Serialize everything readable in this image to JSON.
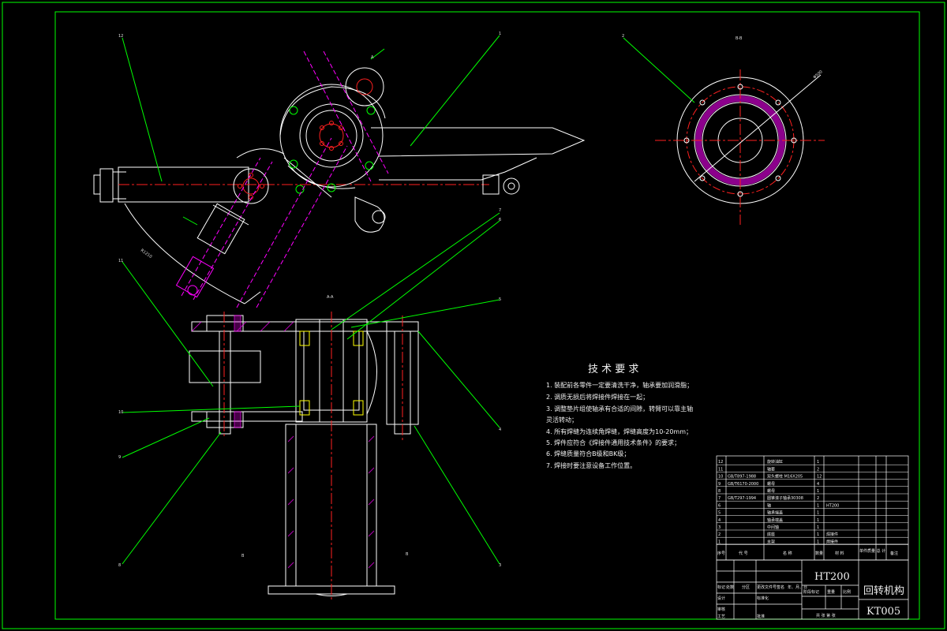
{
  "colors": {
    "background": "#000000",
    "frame": "#00ff00",
    "outline": "#ffffff",
    "centerline": "#ff2020",
    "hidden": "#ff00ff",
    "leader": "#00ff00",
    "hatch": "#ff00ff",
    "text": "#ffffff"
  },
  "views": {
    "section_a": "A-A",
    "section_b": "B-B",
    "section_b_left": "B",
    "section_b_right": "B",
    "view_a_arrow": "A",
    "dim_diameter": "Φ500",
    "radius_note": "R1210"
  },
  "balloons": {
    "b1": "1",
    "b2": "2",
    "b3": "3",
    "b4": "4",
    "b5": "5",
    "b6": "6",
    "b7": "7",
    "b8": "8",
    "b9": "9",
    "b10": "10",
    "b11": "11",
    "b12": "12"
  },
  "tech_requirements": {
    "title": "技 术 要 求",
    "lines": [
      "1. 装配前各零件一定要清洗干净，轴承要加润滑脂；",
      "2. 调质无损后将焊接件焊接在一起；",
      "3. 调整垫片组使轴承有合适的间隙，转臂可以靠主轴",
      "灵活转动；",
      "4. 所有焊缝为连续角焊缝，焊缝高度为10-20mm；",
      "5. 焊件应符合《焊接件通用技术条件》的要求；",
      "6. 焊缝质量符合B级和BK级；",
      "7. 焊接时要注意设备工作位置。"
    ]
  },
  "bom": {
    "rows": [
      {
        "no": "12",
        "code": "",
        "name": "旋转油缸",
        "qty": "1",
        "material": "",
        "note": ""
      },
      {
        "no": "11",
        "code": "",
        "name": "轴套",
        "qty": "2",
        "material": "",
        "note": ""
      },
      {
        "no": "10",
        "code": "GB/T897-1988",
        "name": "双头螺柱 M16X205",
        "qty": "12",
        "material": "",
        "note": ""
      },
      {
        "no": "9",
        "code": "GB/T6170-2000",
        "name": "螺母",
        "qty": "4",
        "material": "",
        "note": ""
      },
      {
        "no": "8",
        "code": "",
        "name": "螺母",
        "qty": "1",
        "material": "",
        "note": ""
      },
      {
        "no": "7",
        "code": "GB/T297-1994",
        "name": "圆锥滚子轴承30308",
        "qty": "2",
        "material": "",
        "note": ""
      },
      {
        "no": "6",
        "code": "",
        "name": "轴",
        "qty": "1",
        "material": "HT200",
        "note": ""
      },
      {
        "no": "5",
        "code": "",
        "name": "轴承端盖",
        "qty": "1",
        "material": "",
        "note": ""
      },
      {
        "no": "4",
        "code": "",
        "name": "轴承端盖",
        "qty": "1",
        "material": "",
        "note": ""
      },
      {
        "no": "3",
        "code": "",
        "name": "中间轴",
        "qty": "1",
        "material": "",
        "note": ""
      },
      {
        "no": "2",
        "code": "",
        "name": "底座",
        "qty": "1",
        "material": "焊接件",
        "note": ""
      },
      {
        "no": "1",
        "code": "",
        "name": "支架",
        "qty": "1",
        "material": "焊接件",
        "note": ""
      }
    ],
    "header": {
      "no": "序号",
      "code": "代 号",
      "name": "名 称",
      "qty": "数量",
      "material": "材 料",
      "weight": "单件质量 总 计",
      "note": "备注"
    }
  },
  "title_block": {
    "material": "HT200",
    "drawing_name": "回转机构",
    "drawing_no": "KT005",
    "sheets": "共 张 第 张",
    "labels": [
      "标记",
      "处数",
      "分区",
      "更改文件号",
      "签名",
      "年、月、日",
      "设计",
      "标准化",
      "审核",
      "工艺",
      "批准",
      "阶段标记",
      "重量",
      "比例"
    ]
  }
}
